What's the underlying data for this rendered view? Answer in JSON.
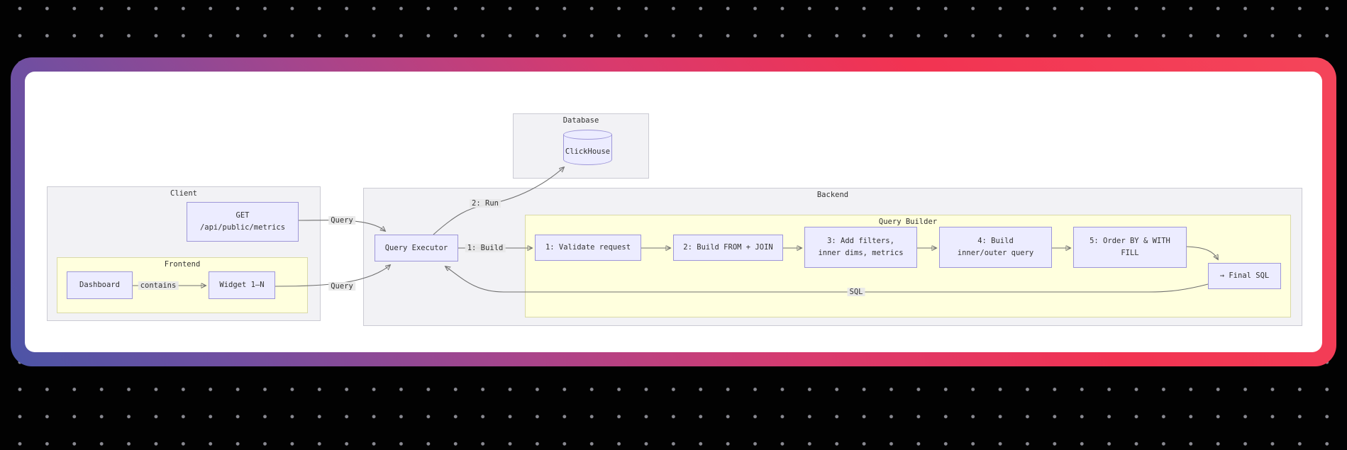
{
  "canvas": {
    "background": "#020202",
    "dot_color": "#8a8a92"
  },
  "card": {
    "gradient_start": "#4c55a6",
    "gradient_mid": "#d83a6e",
    "gradient_end": "#f4455a",
    "surface": "#ffffff"
  },
  "diagram": {
    "clusters": {
      "database": {
        "title": "Database"
      },
      "client": {
        "title": "Client"
      },
      "frontend": {
        "title": "Frontend"
      },
      "backend": {
        "title": "Backend"
      },
      "query_builder": {
        "title": "Query Builder"
      }
    },
    "nodes": {
      "clickhouse": {
        "label": "ClickHouse"
      },
      "get_endpoint": {
        "line1": "GET",
        "line2": "/api/public/metrics"
      },
      "dashboard": {
        "label": "Dashboard"
      },
      "widget": {
        "label": "Widget 1–N"
      },
      "query_executor": {
        "label": "Query Executor"
      },
      "validate_request": {
        "label": "1: Validate request"
      },
      "build_from_join": {
        "label": "2: Build FROM + JOIN"
      },
      "add_filters": {
        "line1": "3: Add filters,",
        "line2": "inner dims, metrics"
      },
      "build_inner_outer": {
        "line1": "4: Build",
        "line2": "inner/outer query"
      },
      "order_by_fill": {
        "line1": "5: Order BY & WITH",
        "line2": "FILL"
      },
      "final_sql": {
        "label": "→ Final SQL"
      }
    },
    "edge_labels": {
      "contains": "contains",
      "query_from_get": "Query",
      "query_from_widget": "Query",
      "run": "2: Run",
      "build": "1: Build",
      "sql": "SQL"
    },
    "colors": {
      "node_fill": "#ECECFF",
      "node_border": "#9e97d8",
      "cluster_fill": "#f2f2f5",
      "cluster_border": "#cbcbd4",
      "inner_cluster_fill": "#ffffde",
      "inner_cluster_border": "#d9d9a8",
      "edge": "#707070",
      "edge_label_bg": "#e8e8e8",
      "text": "#333333"
    }
  }
}
